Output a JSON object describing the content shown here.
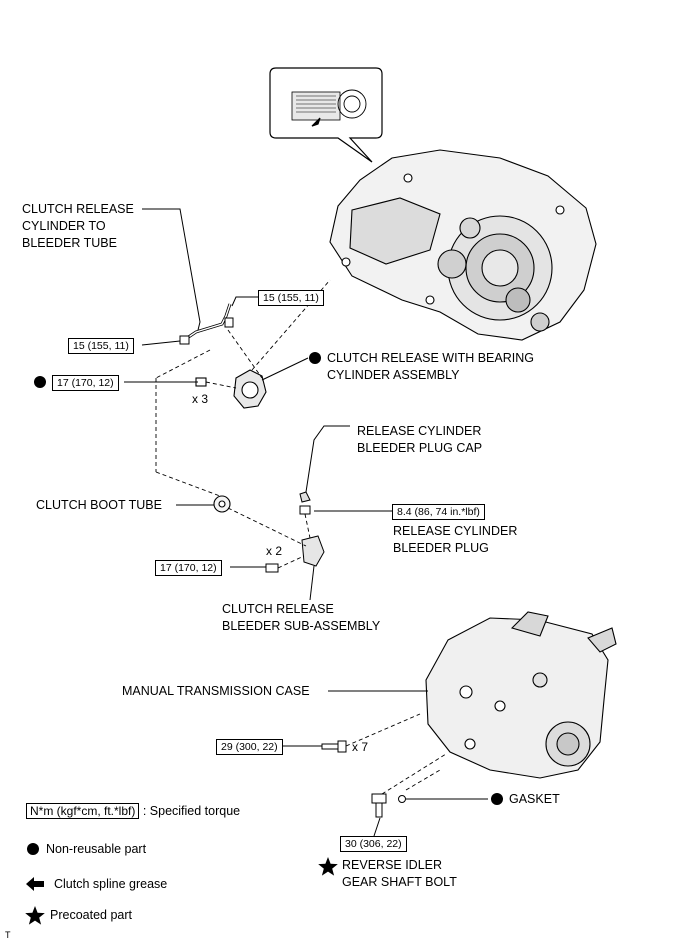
{
  "labels": {
    "cylinder_to_bleeder_tube": [
      "CLUTCH RELEASE",
      "CYLINDER TO",
      "BLEEDER TUBE"
    ],
    "release_with_bearing": [
      "CLUTCH RELEASE WITH BEARING",
      "CYLINDER ASSEMBLY"
    ],
    "bleeder_plug_cap": [
      "RELEASE CYLINDER",
      "BLEEDER PLUG CAP"
    ],
    "bleeder_plug": [
      "RELEASE CYLINDER",
      "BLEEDER PLUG"
    ],
    "clutch_boot_tube": "CLUTCH BOOT TUBE",
    "bleeder_sub_assembly": [
      "CLUTCH RELEASE",
      "BLEEDER SUB-ASSEMBLY"
    ],
    "transmission_case": "MANUAL TRANSMISSION CASE",
    "gasket": "GASKET",
    "reverse_idler_bolt": [
      "REVERSE IDLER",
      "GEAR SHAFT BOLT"
    ]
  },
  "torques": {
    "tube_top": "15 (155, 11)",
    "tube_left": "15 (155, 11)",
    "cylinder_bolts": "17 (170, 12)",
    "bleeder_plug": "8.4 (86, 74 in.*lbf)",
    "bleeder_sub": "17 (170, 12)",
    "case_bolts": "29 (300, 22)",
    "idler_bolt": "30 (306, 22)"
  },
  "quantities": {
    "cylinder_bolts": "x 3",
    "bleeder_sub_bolts": "x 2",
    "case_bolts": "x 7"
  },
  "legend": {
    "torque_box": "N*m (kgf*cm, ft.*lbf)",
    "torque_text": ": Specified torque",
    "non_reusable": "Non-reusable part",
    "grease": "Clutch spline grease",
    "precoated": "Precoated part"
  },
  "footer_code": "T"
}
